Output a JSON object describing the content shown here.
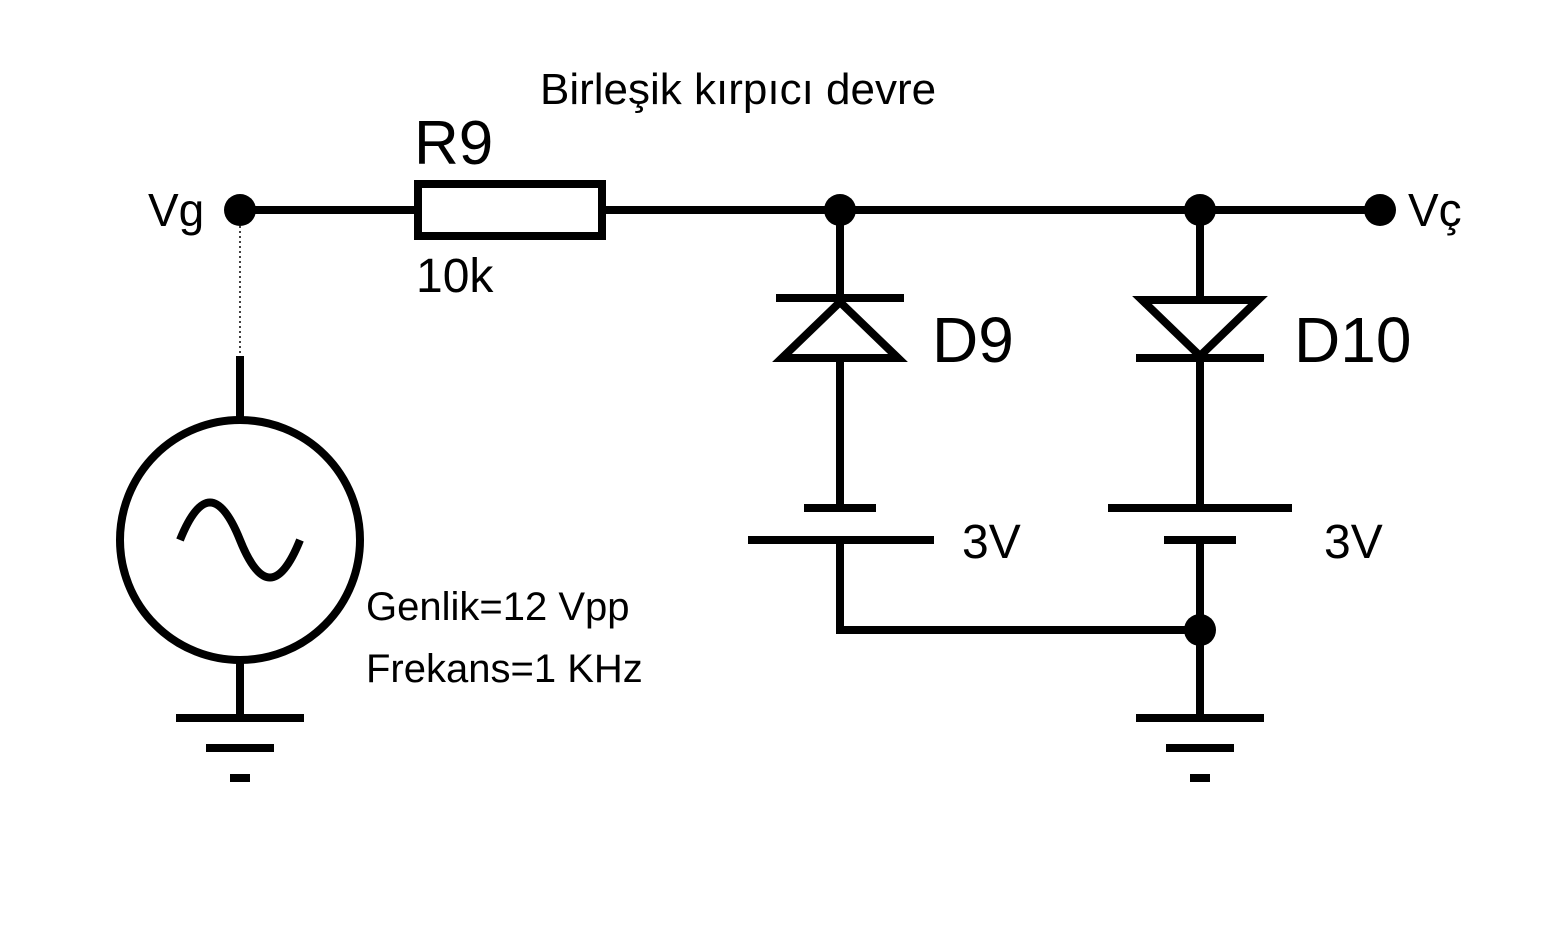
{
  "title": "Birleşik kırpıcı devre",
  "nodes": {
    "input": "Vg",
    "output": "Vç"
  },
  "resistor": {
    "name": "R9",
    "value": "10k"
  },
  "diodes": [
    {
      "name": "D9"
    },
    {
      "name": "D10"
    }
  ],
  "batteries": [
    {
      "value": "3V"
    },
    {
      "value": "3V"
    }
  ],
  "source": {
    "amplitude": "Genlik=12 Vpp",
    "frequency": "Frekans=1 KHz"
  }
}
